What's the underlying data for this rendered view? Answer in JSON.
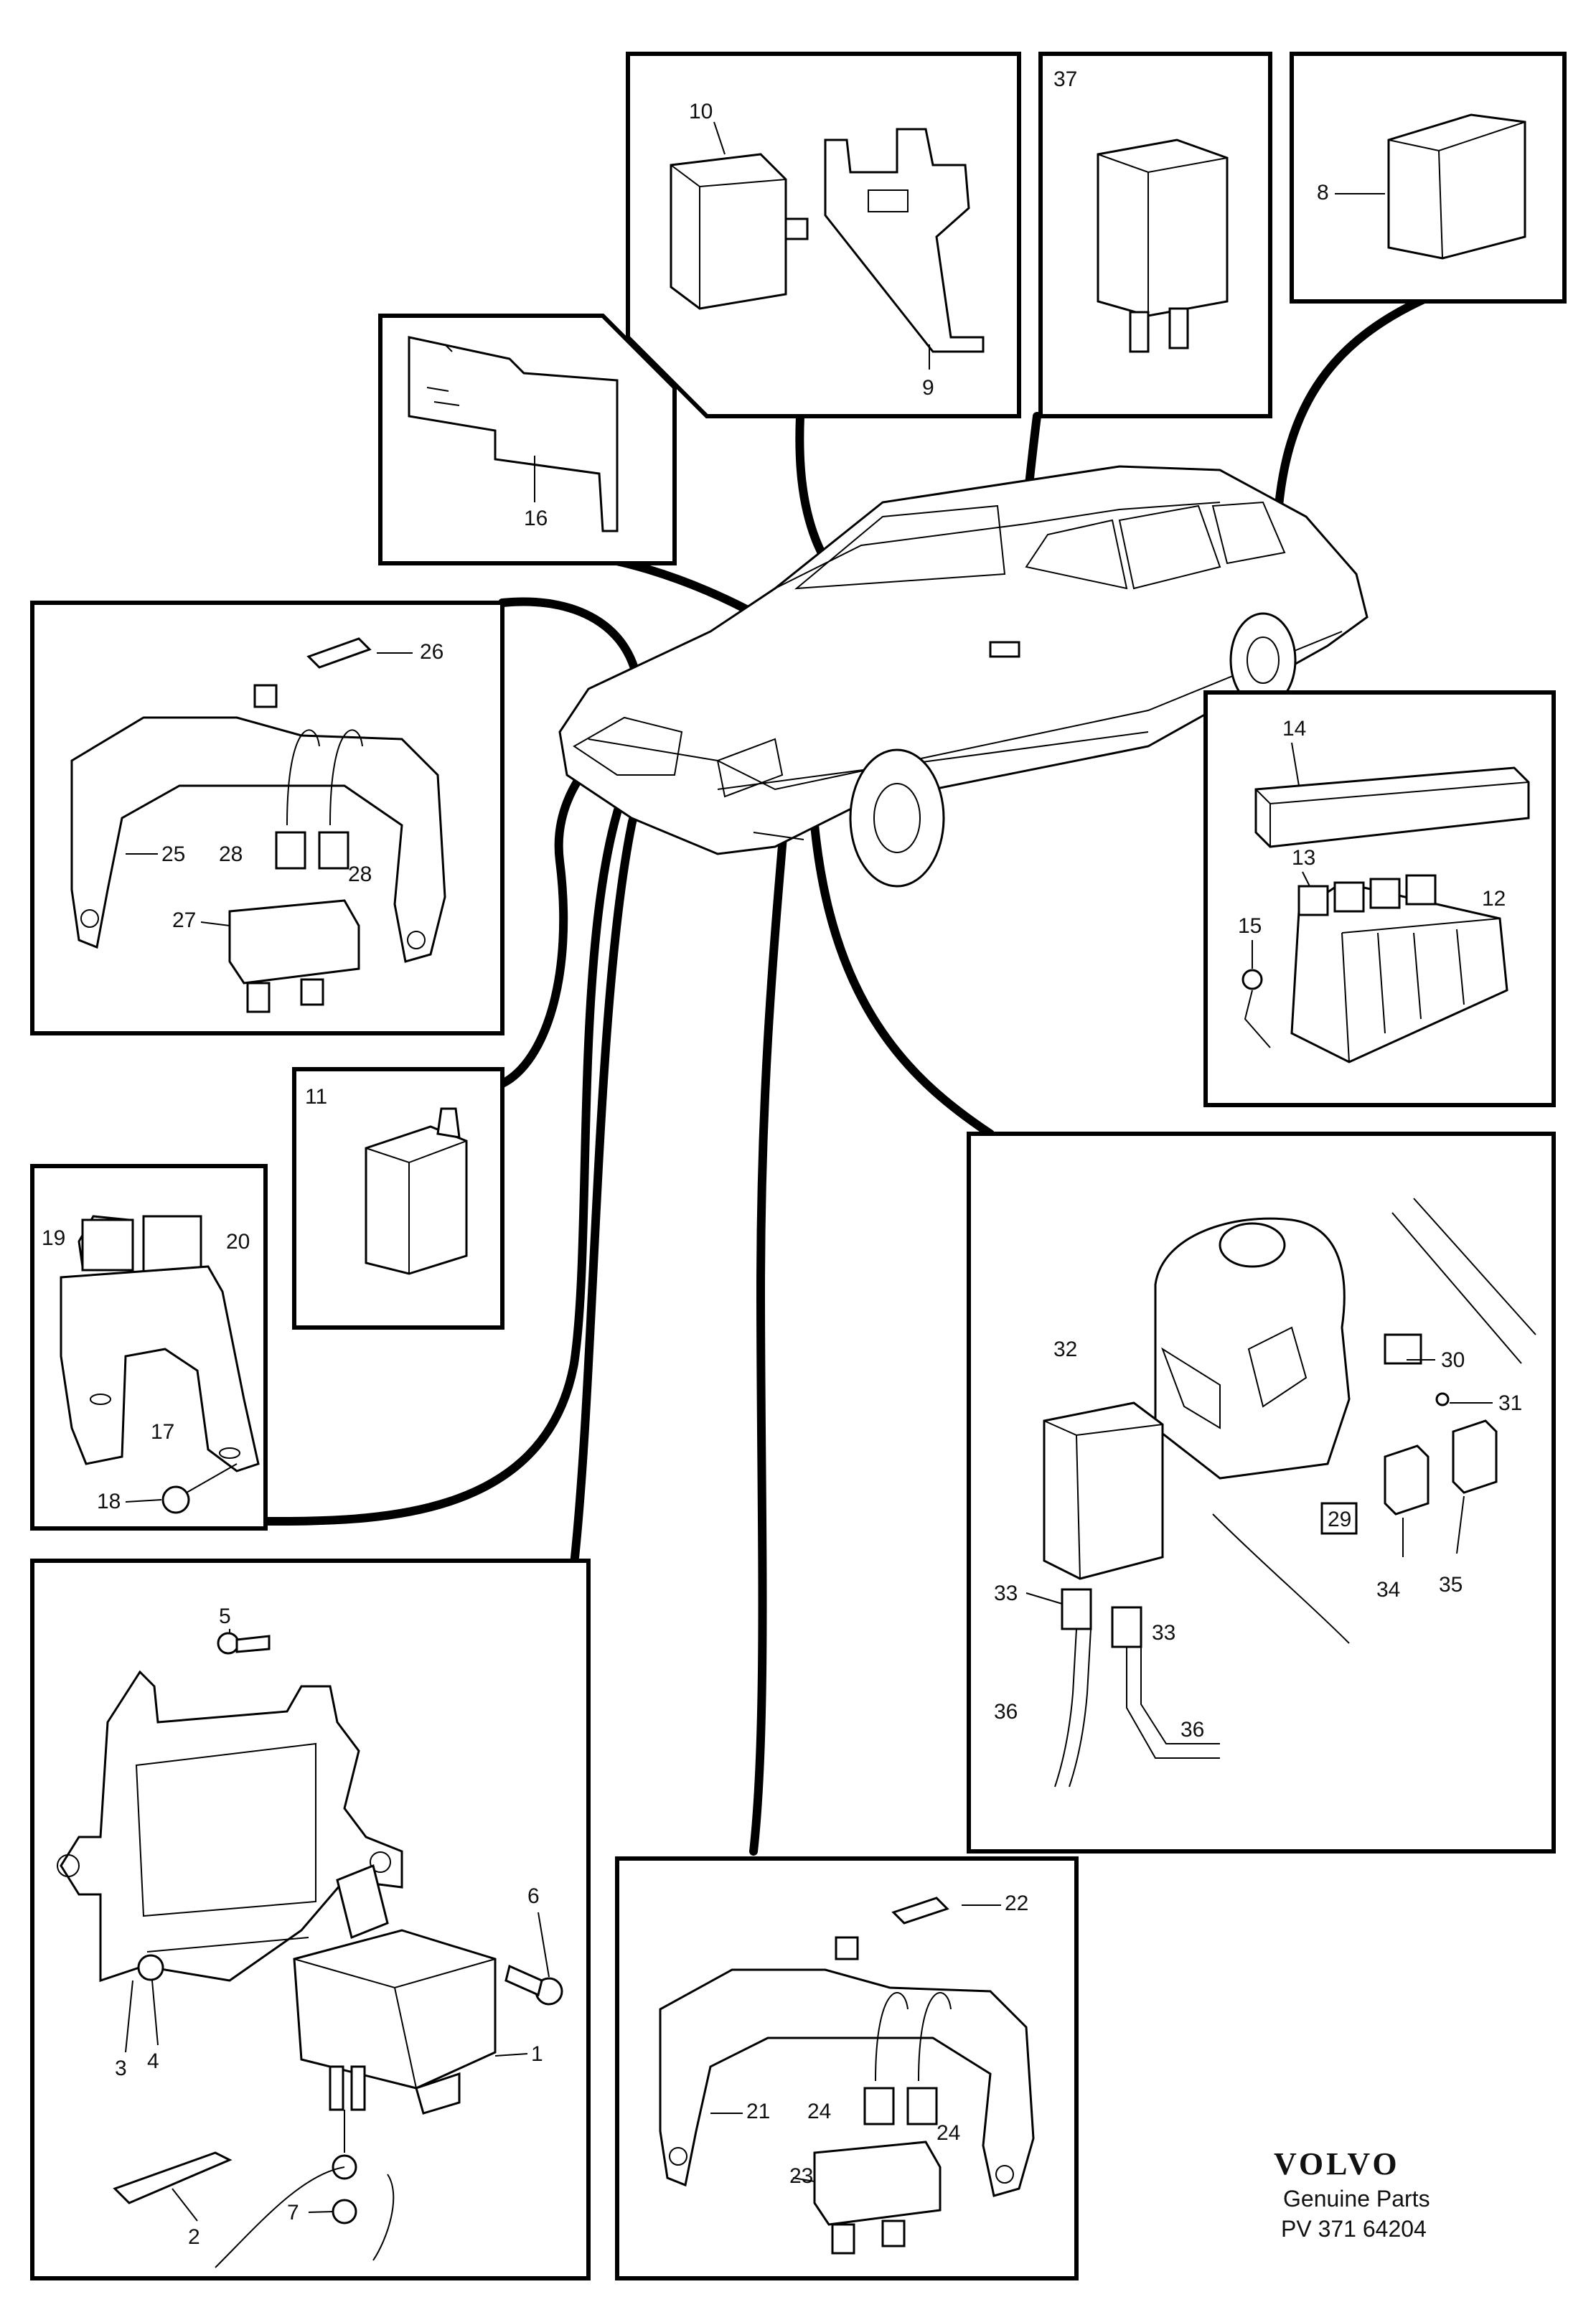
{
  "brand": {
    "logo_text": "VOLVO",
    "subtitle": "Genuine Parts",
    "code": "PV 371 64204"
  },
  "callouts": {
    "p1": "1",
    "p2": "2",
    "p3": "3",
    "p4": "4",
    "p5": "5",
    "p6": "6",
    "p7": "7",
    "p8": "8",
    "p9": "9",
    "p10": "10",
    "p11": "11",
    "p12": "12",
    "p13": "13",
    "p14": "14",
    "p15": "15",
    "p16": "16",
    "p17": "17",
    "p18": "18",
    "p19": "19",
    "p20": "20",
    "p21": "21",
    "p22": "22",
    "p23": "23",
    "p24a": "24",
    "p24b": "24",
    "p25": "25",
    "p26": "26",
    "p27": "27",
    "p28a": "28",
    "p28b": "28",
    "p29": "29",
    "p30": "30",
    "p31": "31",
    "p32": "32",
    "p33a": "33",
    "p33b": "33",
    "p34": "34",
    "p35": "35",
    "p36a": "36",
    "p36b": "36",
    "p37": "37"
  }
}
